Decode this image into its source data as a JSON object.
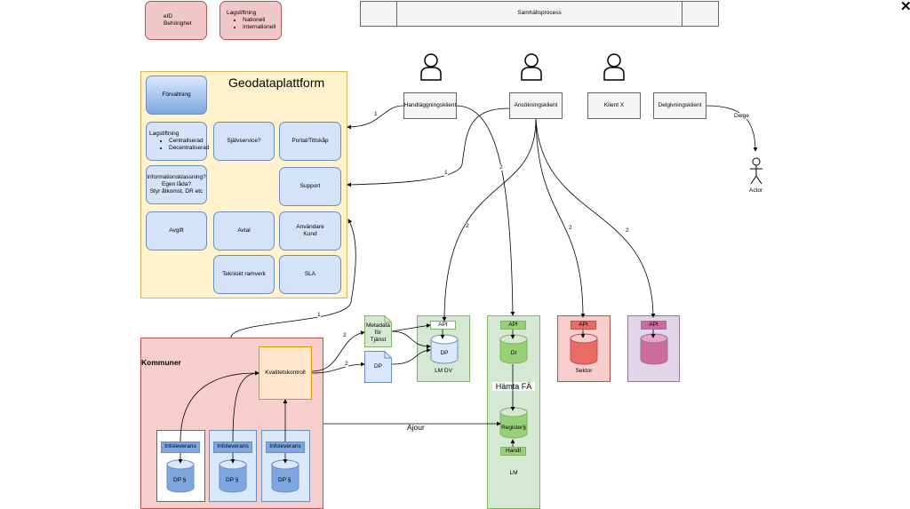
{
  "top": {
    "eid": [
      "eID",
      "Behörighet"
    ],
    "lag_title": "Lagstiftning",
    "lag_items": [
      "Nationell",
      "Internationell"
    ],
    "process": "Samhällsprocess"
  },
  "geo": {
    "title": "Geodataplattform",
    "forvaltning": "Förvaltning",
    "lag_title": "Lagstiftning",
    "lag_items": [
      "Centraliserad",
      "Decentraliserad"
    ],
    "sjalvservice": "Självservice?",
    "portal": "Portal/Tittskåp",
    "info": [
      "Informationsklassning?",
      "Egen låda?",
      "Styr åtkomst, DR etc"
    ],
    "support": "Support",
    "avgift": "Avgift",
    "avtal": "Avtal",
    "anvandare": [
      "Användare",
      "Kund"
    ],
    "ramverk": "Tekniskt ramverk",
    "sla": "SLA"
  },
  "clients": [
    "Handläggningsklient",
    "Ansökningsklient",
    "Klient X",
    "Delgivningsklient"
  ],
  "delge": "Delge",
  "actor": "Actor",
  "kommuner": {
    "title": "Kommuner",
    "kvalitet": "Kvalitetskontroll",
    "infoleverans": "Infoleverans",
    "dp": "DP §"
  },
  "docs": {
    "metadata": [
      "Metadata",
      "för",
      "Tjänst"
    ],
    "dp": "DP"
  },
  "lmdv": {
    "api": "API",
    "dp": "DP",
    "label": "LM DV"
  },
  "lm": {
    "api": "API",
    "di": "DI",
    "hamta": "Hämta FÄ",
    "register": "Register§",
    "handl": "Handl",
    "label": "LM"
  },
  "sektor": {
    "api": "API",
    "label": "Sektor"
  },
  "other": {
    "api": "API"
  },
  "ajour": "Ajour",
  "edge_labels": {
    "one": "1",
    "two": "2"
  },
  "colors": {
    "pink": "#f8cecc",
    "blue": "#dae8fc",
    "yellow": "#fff2cc",
    "green": "#d5e8d4",
    "purple": "#e1d5e7",
    "orange": "#ffe6cc"
  }
}
